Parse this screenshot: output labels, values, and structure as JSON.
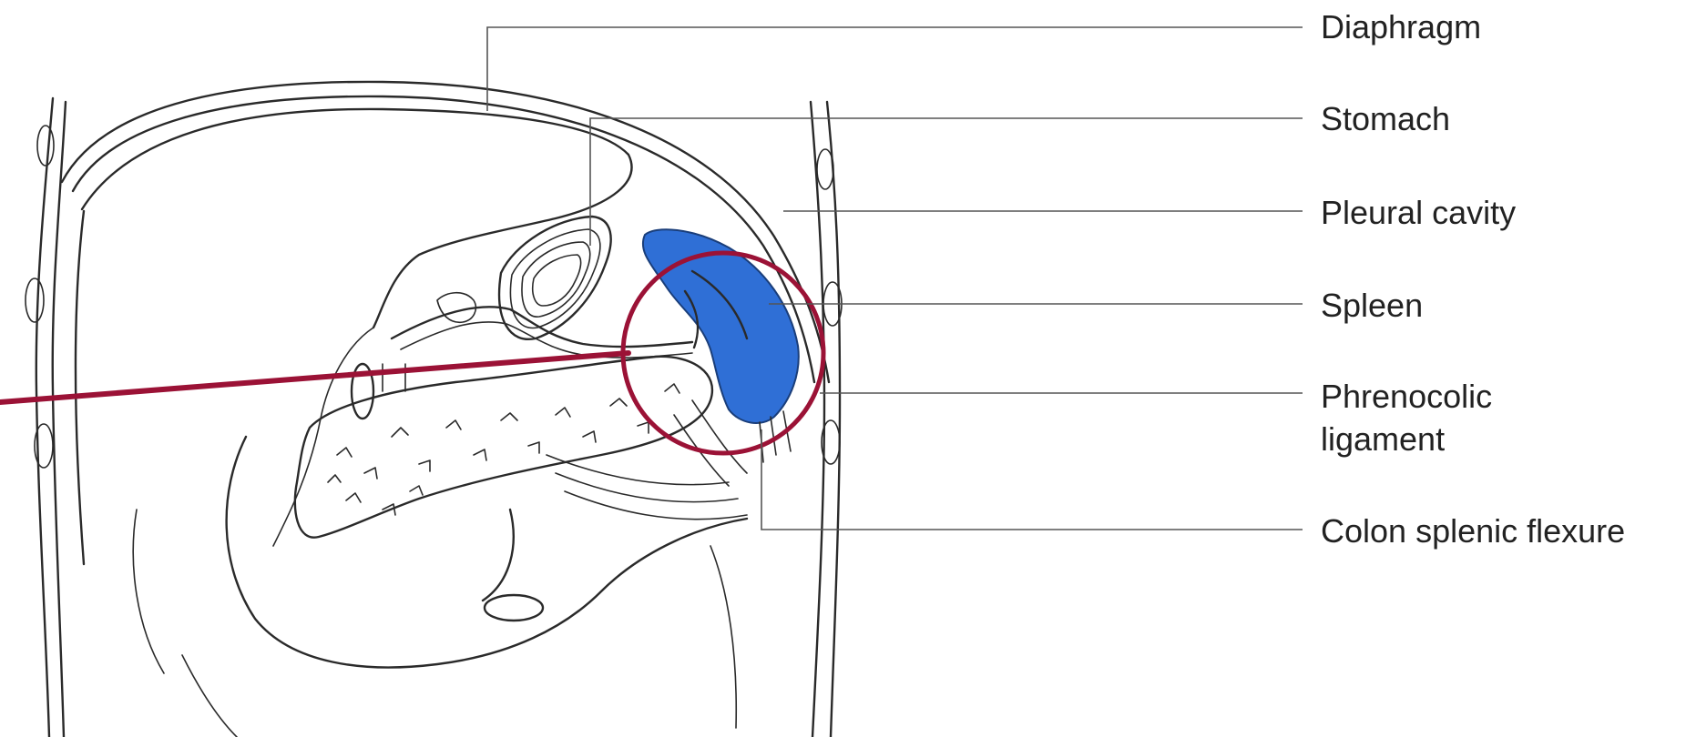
{
  "labels": [
    {
      "id": "diaphragm",
      "text": "Diaphragm"
    },
    {
      "id": "stomach",
      "text": "Stomach"
    },
    {
      "id": "pleural-cavity",
      "text": "Pleural cavity"
    },
    {
      "id": "spleen",
      "text": "Spleen"
    },
    {
      "id": "phrenocolic-ligament-line1",
      "text": "Phrenocolic"
    },
    {
      "id": "phrenocolic-ligament-line2",
      "text": "ligament"
    },
    {
      "id": "colon-splenic-flexure",
      "text": "Colon splenic flexure"
    }
  ],
  "colors": {
    "spleen_fill": "#2f6fd6",
    "highlight_circle": "#9b1236",
    "pointer_line": "#9b1236",
    "outline": "#2a2a2a",
    "leader_line": "#555555",
    "label_text": "#222222"
  }
}
